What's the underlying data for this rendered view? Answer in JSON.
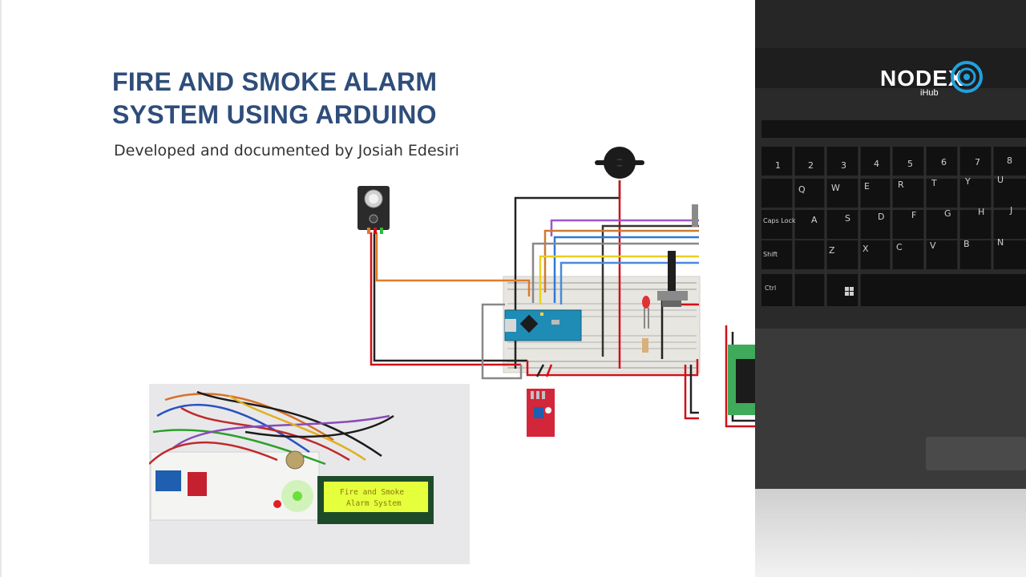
{
  "slide": {
    "title_line1": "FIRE AND SMOKE ALARM",
    "title_line2": "SYSTEM USING ARDUINO",
    "subtitle": "Developed and documented by Josiah Edesiri"
  },
  "project_photo": {
    "lcd_line1": "Fire and Smoke",
    "lcd_line2": "Alarm System"
  },
  "webcam": {
    "brand_main": "NODEX",
    "brand_sub": "iHub"
  },
  "keyboard": {
    "row_numbers": [
      "1",
      "2",
      "3",
      "4",
      "5",
      "6",
      "7",
      "8"
    ],
    "row_q": [
      "Q",
      "W",
      "E",
      "R",
      "T",
      "Y",
      "U"
    ],
    "row_a": [
      "Caps Lock",
      "A",
      "S",
      "D",
      "F",
      "G",
      "H",
      "J"
    ],
    "row_z": [
      "Shift",
      "Z",
      "X",
      "C",
      "V",
      "B",
      "N"
    ],
    "ctrl_label": "Ctrl"
  },
  "colors": {
    "title_blue": "#2f4d7a",
    "wire_red": "#d0101a",
    "wire_black": "#222222",
    "wire_orange": "#e07b2a",
    "brand_accent": "#1fa2e0"
  }
}
